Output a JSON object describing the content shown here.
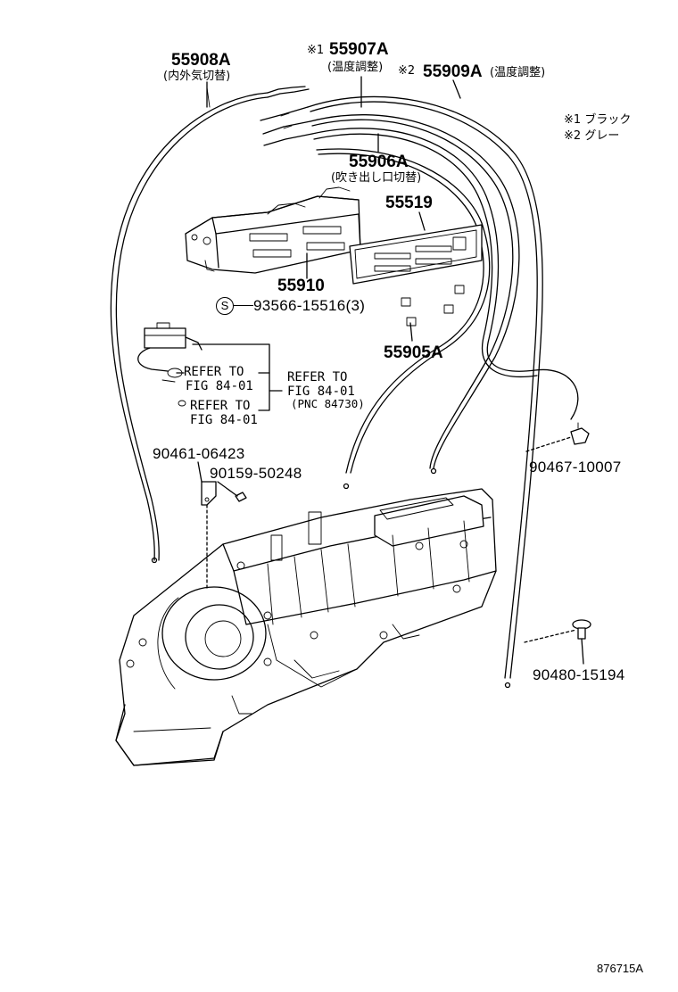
{
  "parts": {
    "p55908A": {
      "number": "55908A",
      "desc": "(内外気切替)"
    },
    "p55907A": {
      "mark": "※1",
      "number": "55907A",
      "desc": "(温度調整)"
    },
    "p55909A": {
      "mark": "※2",
      "number": "55909A",
      "desc": "(温度調整)"
    },
    "p55906A": {
      "number": "55906A",
      "desc": "(吹き出し口切替)"
    },
    "p55519": {
      "number": "55519"
    },
    "p55910": {
      "number": "55910"
    },
    "p93566": {
      "symbol": "S",
      "number": "93566-15516(3)"
    },
    "p55905A": {
      "number": "55905A"
    },
    "p90461": {
      "number": "90461-06423"
    },
    "p90159": {
      "number": "90159-50248"
    },
    "p90467": {
      "number": "90467-10007"
    },
    "p90480": {
      "number": "90480-15194"
    }
  },
  "legend": {
    "item1": {
      "mark": "※1",
      "text": "ブラック"
    },
    "item2": {
      "mark": "※2",
      "text": "グレー"
    }
  },
  "refs": {
    "ref1": {
      "line1": "REFER TO",
      "line2": "FIG 84-01"
    },
    "ref2": {
      "line1": "REFER TO",
      "line2": "FIG 84-01"
    },
    "ref3": {
      "line1": "REFER TO",
      "line2": "FIG 84-01",
      "line3": "(PNC 84730)"
    }
  },
  "figure_id": "876715A"
}
